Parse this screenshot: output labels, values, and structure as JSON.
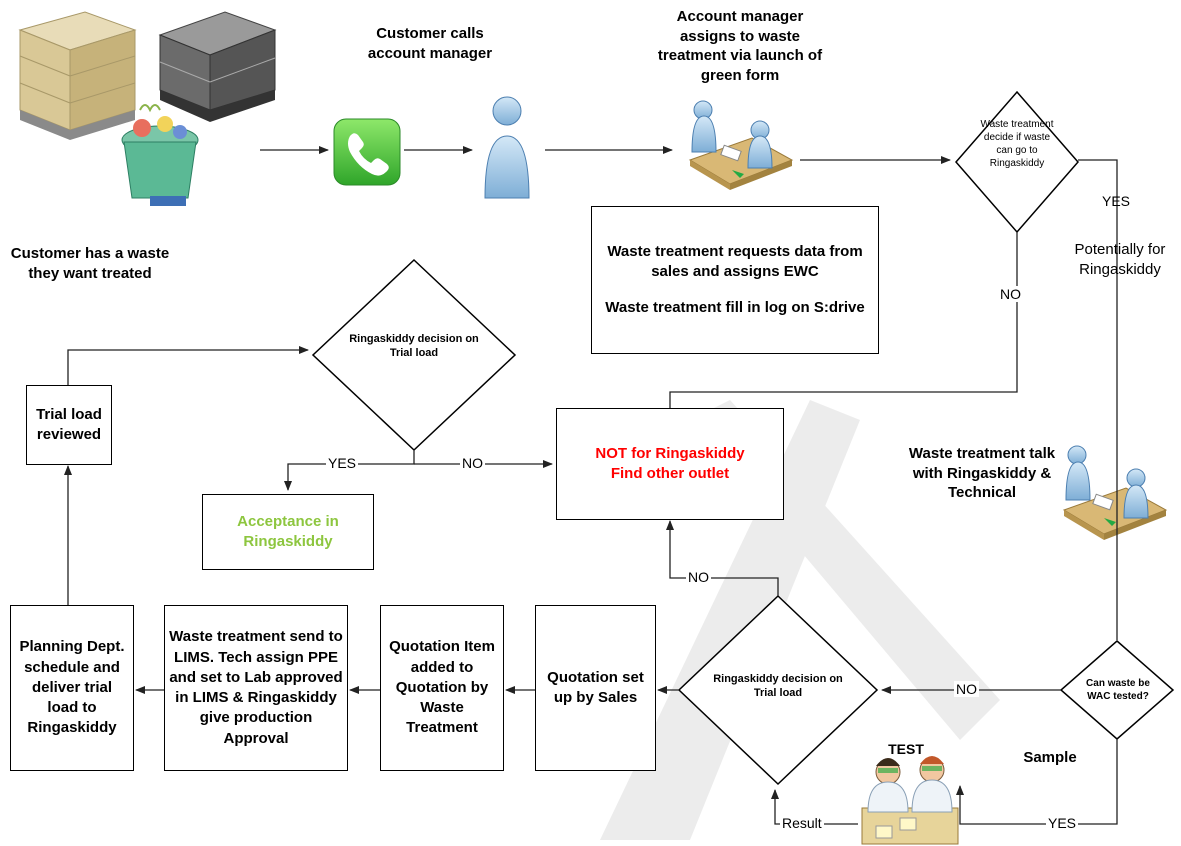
{
  "labels": {
    "customer_calls": "Customer calls account manager",
    "account_manager_assigns": "Account manager assigns to waste treatment via launch of green form",
    "customer_has_waste": "Customer has a waste they want treated",
    "decision_top": "Waste treatment decide if waste can go to Ringaskiddy",
    "yes_top": "YES",
    "potentially": "Potentially for Ringaskiddy",
    "no_top": "NO",
    "requests_data": "Waste treatment requests data from sales and assigns EWC",
    "fill_log": "Waste treatment fill in log on S:drive",
    "decision_trial_top": "Ringaskiddy decision on Trial load",
    "trial_reviewed": "Trial load reviewed",
    "yes_trial": "YES",
    "no_trial": "NO",
    "not_for_line1": "NOT for Ringaskiddy",
    "not_for_line2": "Find other outlet",
    "acceptance": "Acceptance in Ringaskiddy",
    "talk_with": "Waste treatment talk with Ringaskiddy & Technical",
    "no_mid": "NO",
    "planning": "Planning Dept. schedule and deliver trial load to Ringaskiddy",
    "lims": "Waste treatment send to LIMS. Tech assign PPE and set to Lab approved in LIMS & Ringaskiddy give production Approval",
    "quotation_item": "Quotation Item added to Quotation by Waste Treatment",
    "quotation_setup": "Quotation set up by Sales",
    "decision_trial_bottom": "Ringaskiddy decision on Trial load",
    "no_wac": "NO",
    "can_wac": "Can waste be WAC tested?",
    "test": "TEST",
    "sample": "Sample",
    "result": "Result",
    "yes_bottom": "YES"
  },
  "icons": [
    "pallet-boxes-icon",
    "pallet-sacks-icon",
    "waste-bin-icon",
    "phone-icon",
    "person-icon",
    "meeting-icon",
    "lab-technicians-icon"
  ],
  "colors": {
    "red_text": "#ff0000",
    "green_text": "#8dc63f",
    "phone_green": "#4cd137",
    "person_blue": "#9cc5e6"
  }
}
